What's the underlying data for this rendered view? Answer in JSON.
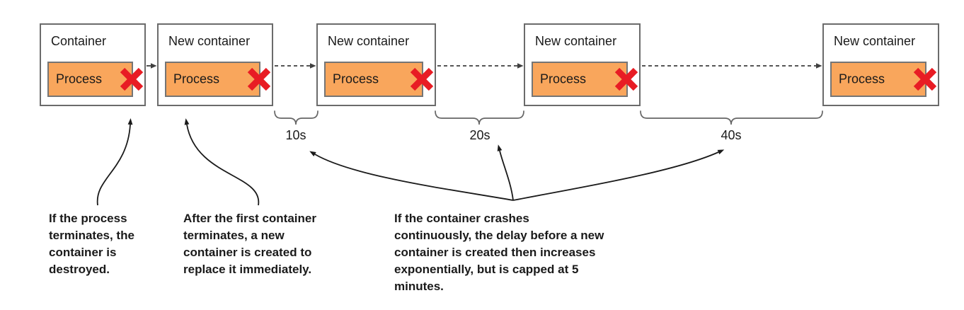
{
  "containers": [
    {
      "title": "Container",
      "process": "Process"
    },
    {
      "title": "New container",
      "process": "Process"
    },
    {
      "title": "New container",
      "process": "Process"
    },
    {
      "title": "New container",
      "process": "Process"
    },
    {
      "title": "New container",
      "process": "Process"
    }
  ],
  "delays": [
    "10s",
    "20s",
    "40s"
  ],
  "annotations": [
    {
      "text": "If the process\nterminates, the\ncontainer is\ndestroyed."
    },
    {
      "text": "After the first container\nterminates, a new\ncontainer is created to\nreplace it immediately."
    },
    {
      "text": "If the container crashes\ncontinuously, the delay before a new\ncontainer is created then increases\nexponentially, but is capped at 5\nminutes."
    }
  ],
  "icons": {
    "crash_x": "crash-x-icon"
  },
  "colors": {
    "process-fill": "#F9A65C",
    "process-border": "#757575",
    "box-border": "#6B6B6B",
    "x-mark": "#E81C24",
    "arrow": "#3F3F3F",
    "curve-arrow": "#1A1A1A",
    "brace": "#666666",
    "text": "#1A1A1A"
  }
}
